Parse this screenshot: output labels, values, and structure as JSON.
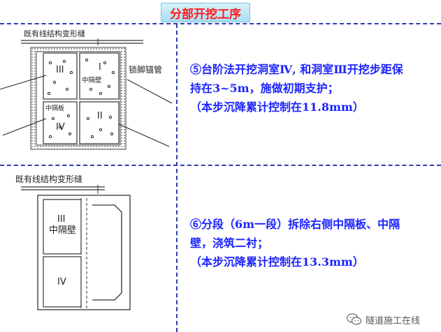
{
  "title": "分部开挖工序",
  "top_diagram": {
    "label_joint": "既有线结构变形缝",
    "label_anchor": "锁脚锚管",
    "label_wall": "中隔壁",
    "label_plate": "中隔板",
    "rooms": [
      "III",
      "I",
      "IV",
      "II"
    ]
  },
  "bottom_diagram": {
    "label_joint": "既有线结构变形缝",
    "label_wall": "中隔壁",
    "rooms": [
      "III",
      "IV"
    ]
  },
  "step5": {
    "line1": "⑤台阶法开挖洞室Ⅳ, 和洞室Ⅲ开挖步距保",
    "line2": "持在3~5m，施做初期支护；",
    "line3": "（本步沉降累计控制在11.8mm）"
  },
  "step6": {
    "line1": "⑥分段（6m一段）拆除右侧中隔板、中隔",
    "line2": "壁，浇筑二衬；",
    "line3": "（本步沉降累计控制在13.3mm）"
  },
  "watermark": "隧道施工在线",
  "colors": {
    "title_text": "#ff1e1e",
    "step_text": "#1c24ff",
    "divider": "#2f3ea8"
  }
}
